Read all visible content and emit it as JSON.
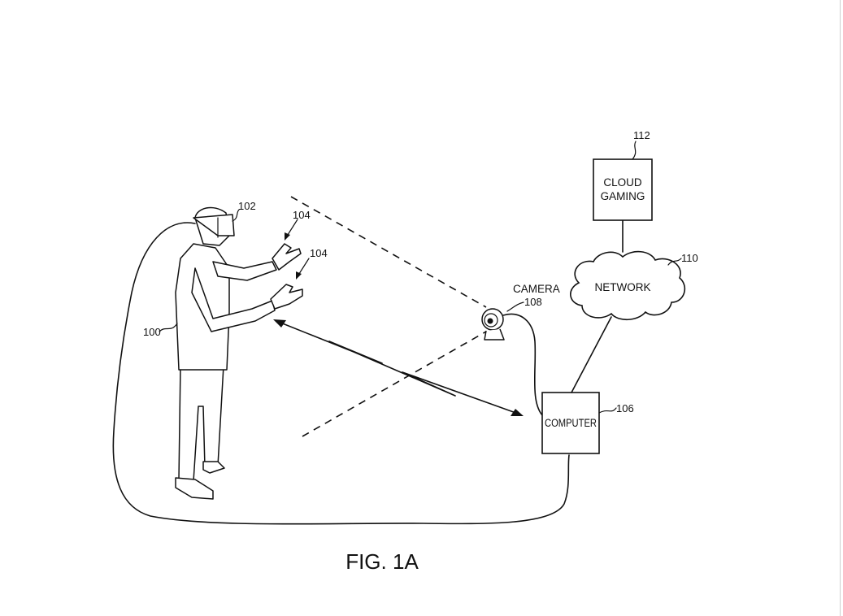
{
  "diagram": {
    "labels": {
      "user_ref": "100",
      "hmd_ref": "102",
      "hand_ref_upper": "104",
      "hand_ref_lower": "104",
      "computer_ref": "106",
      "camera_ref": "108",
      "network_ref": "110",
      "cloud_ref": "112"
    },
    "nodes": {
      "camera": "CAMERA",
      "network": "NETWORK",
      "cloud_gaming_line1": "CLOUD",
      "cloud_gaming_line2": "GAMING",
      "computer": "COMPUTER"
    },
    "caption": "FIG. 1A"
  }
}
